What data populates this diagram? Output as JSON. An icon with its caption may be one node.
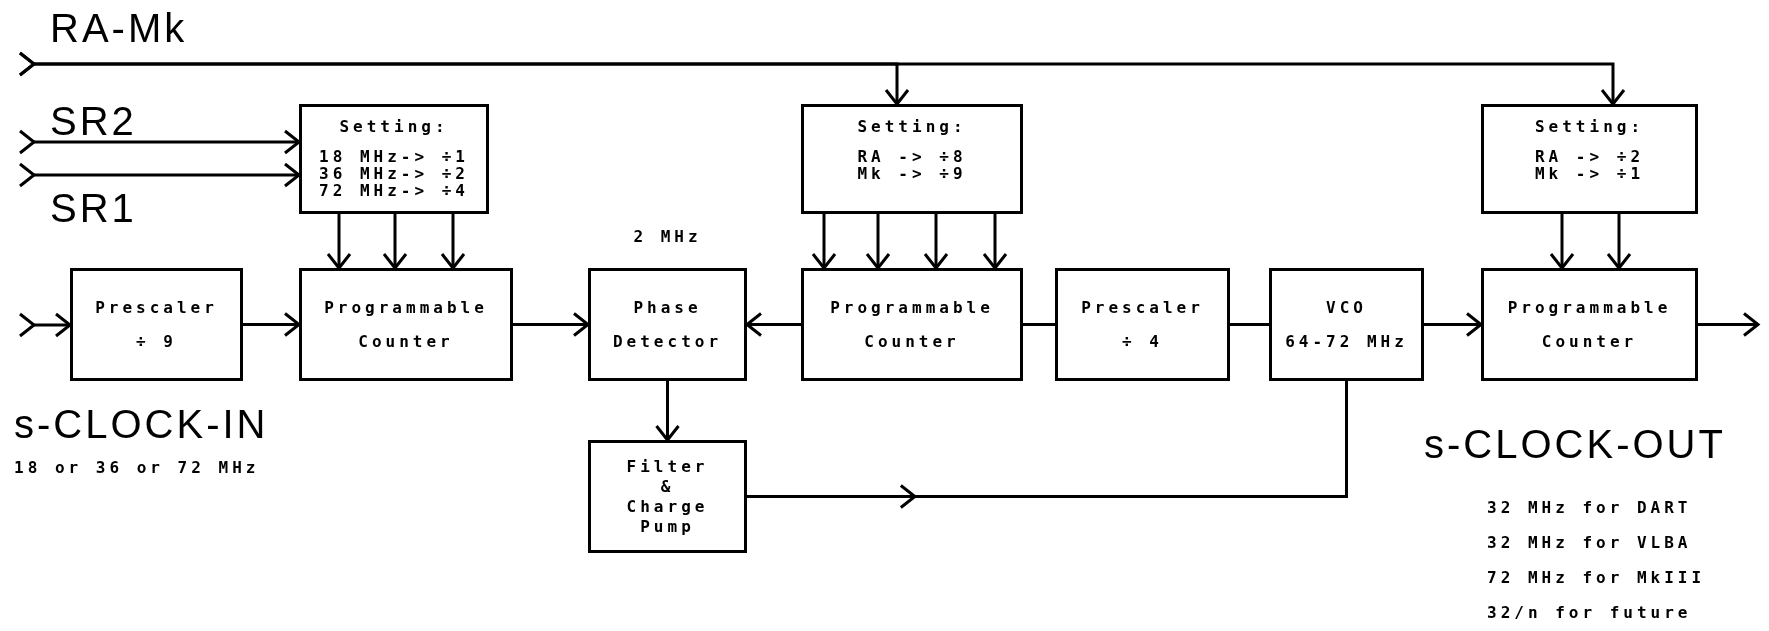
{
  "diagram": {
    "nodes": [
      {
        "text": [
          "Prescaler",
          "÷ 9"
        ]
      },
      {
        "text": [
          "Setting:",
          "18 MHz-> ÷1",
          "36 MHz-> ÷2",
          "72 MHz-> ÷4"
        ]
      },
      {
        "text": [
          "Programmable Counter"
        ]
      },
      {
        "text": [
          "Phase Detector"
        ],
        "beside": [
          "2 MHz"
        ]
      },
      {
        "text": [
          "Filter & Charge Pump"
        ]
      },
      {
        "text": [
          "Setting:",
          "RA -> ÷8",
          "Mk -> ÷9"
        ]
      },
      {
        "text": [
          "Programmable Counter"
        ]
      },
      {
        "text": [
          "Prescaler",
          "÷ 4"
        ]
      },
      {
        "text": [
          "VCO",
          "64-72 MHz"
        ]
      },
      {
        "text": [
          "Setting:",
          "RA -> ÷2",
          "Mk -> ÷1"
        ]
      },
      {
        "text": [
          "Programmable Counter"
        ]
      },
      {
        "text": [
          "RA-Mk"
        ]
      },
      {
        "text": [
          "SR2"
        ]
      },
      {
        "text": [
          "SR1"
        ]
      }
    ],
    "edges": [
      {
        "from": null,
        "to": 0,
        "arrow": "to"
      },
      {
        "from": 0,
        "to": 2,
        "arrow": "to"
      },
      {
        "from": 2,
        "to": 3,
        "arrow": "to"
      },
      {
        "from": 6,
        "to": 3,
        "arrow": "to"
      },
      {
        "from": 3,
        "to": 4,
        "arrow": "to"
      },
      {
        "from": 7,
        "to": 6,
        "arrow": "none"
      },
      {
        "from": 8,
        "to": 7,
        "arrow": "none"
      },
      {
        "from": 4,
        "to": 8,
        "arrow": "to"
      },
      {
        "from": 8,
        "to": 10,
        "arrow": "to"
      },
      {
        "from": 10,
        "to": null,
        "arrow": "to"
      },
      {
        "from": 1,
        "to": 2,
        "arrow": "to"
      },
      {
        "from": 1,
        "to": 2,
        "arrow": "to"
      },
      {
        "from": 1,
        "to": 2,
        "arrow": "to"
      },
      {
        "from": 5,
        "to": 6,
        "arrow": "to"
      },
      {
        "from": 5,
        "to": 6,
        "arrow": "to"
      },
      {
        "from": 5,
        "to": 6,
        "arrow": "to"
      },
      {
        "from": 5,
        "to": 6,
        "arrow": "to"
      },
      {
        "from": 9,
        "to": 10,
        "arrow": "to"
      },
      {
        "from": 9,
        "to": 10,
        "arrow": "to"
      },
      {
        "from": 12,
        "to": 1,
        "arrow": "to"
      },
      {
        "from": 13,
        "to": 1,
        "arrow": "to"
      },
      {
        "from": 11,
        "to": 5,
        "arrow": "to"
      },
      {
        "from": 11,
        "to": 9,
        "arrow": "to"
      }
    ],
    "labels": [
      "s-CLOCK-IN",
      "18 or 36 or 72 MHz",
      "s-CLOCK-OUT",
      "32 MHz for DART",
      "32 MHz for VLBA",
      "72 MHz for MkIII",
      "32/n for future"
    ]
  }
}
